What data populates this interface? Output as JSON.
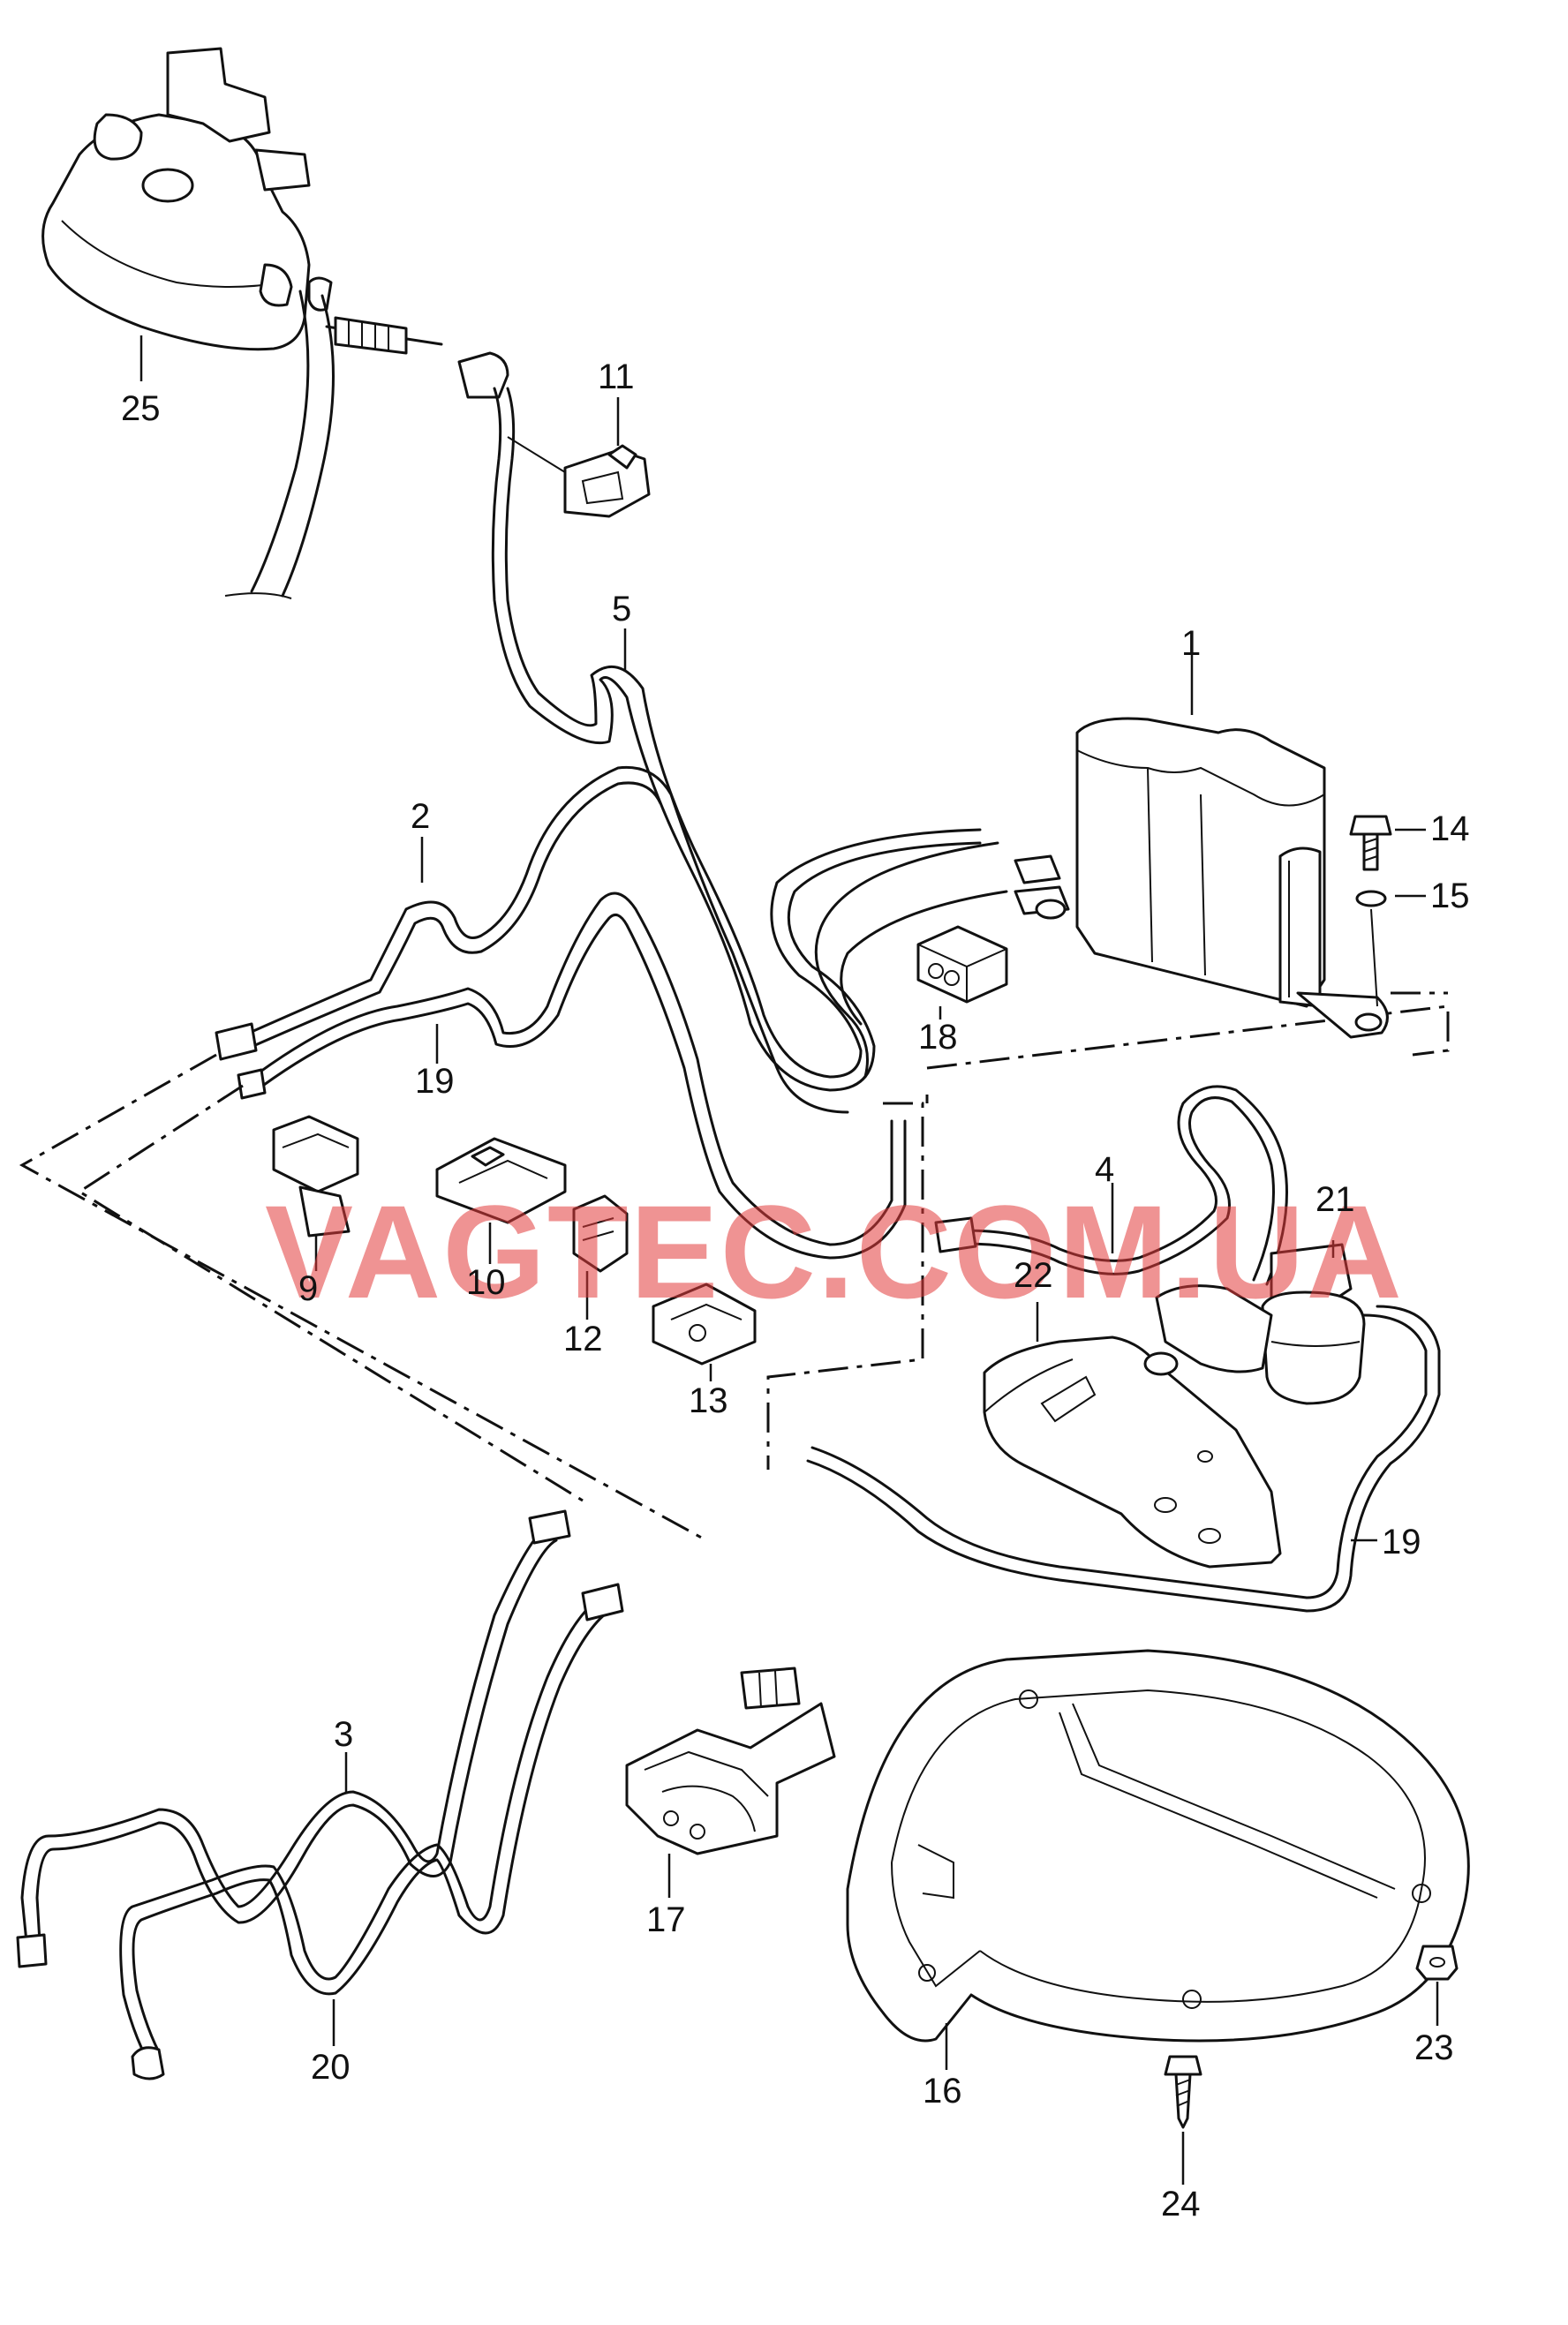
{
  "watermark": "VAGTEC.COM.UA",
  "callouts": [
    {
      "id": "1",
      "label": "1"
    },
    {
      "id": "2",
      "label": "2"
    },
    {
      "id": "3",
      "label": "3"
    },
    {
      "id": "4",
      "label": "4"
    },
    {
      "id": "5",
      "label": "5"
    },
    {
      "id": "9",
      "label": "9"
    },
    {
      "id": "10",
      "label": "10"
    },
    {
      "id": "11",
      "label": "11"
    },
    {
      "id": "12",
      "label": "12"
    },
    {
      "id": "13",
      "label": "13"
    },
    {
      "id": "14",
      "label": "14"
    },
    {
      "id": "15",
      "label": "15"
    },
    {
      "id": "16",
      "label": "16"
    },
    {
      "id": "17",
      "label": "17"
    },
    {
      "id": "18",
      "label": "18"
    },
    {
      "id": "19a",
      "label": "19"
    },
    {
      "id": "19b",
      "label": "19"
    },
    {
      "id": "20",
      "label": "20"
    },
    {
      "id": "21",
      "label": "21"
    },
    {
      "id": "22",
      "label": "22"
    },
    {
      "id": "23",
      "label": "23"
    },
    {
      "id": "24",
      "label": "24"
    },
    {
      "id": "25",
      "label": "25"
    }
  ]
}
